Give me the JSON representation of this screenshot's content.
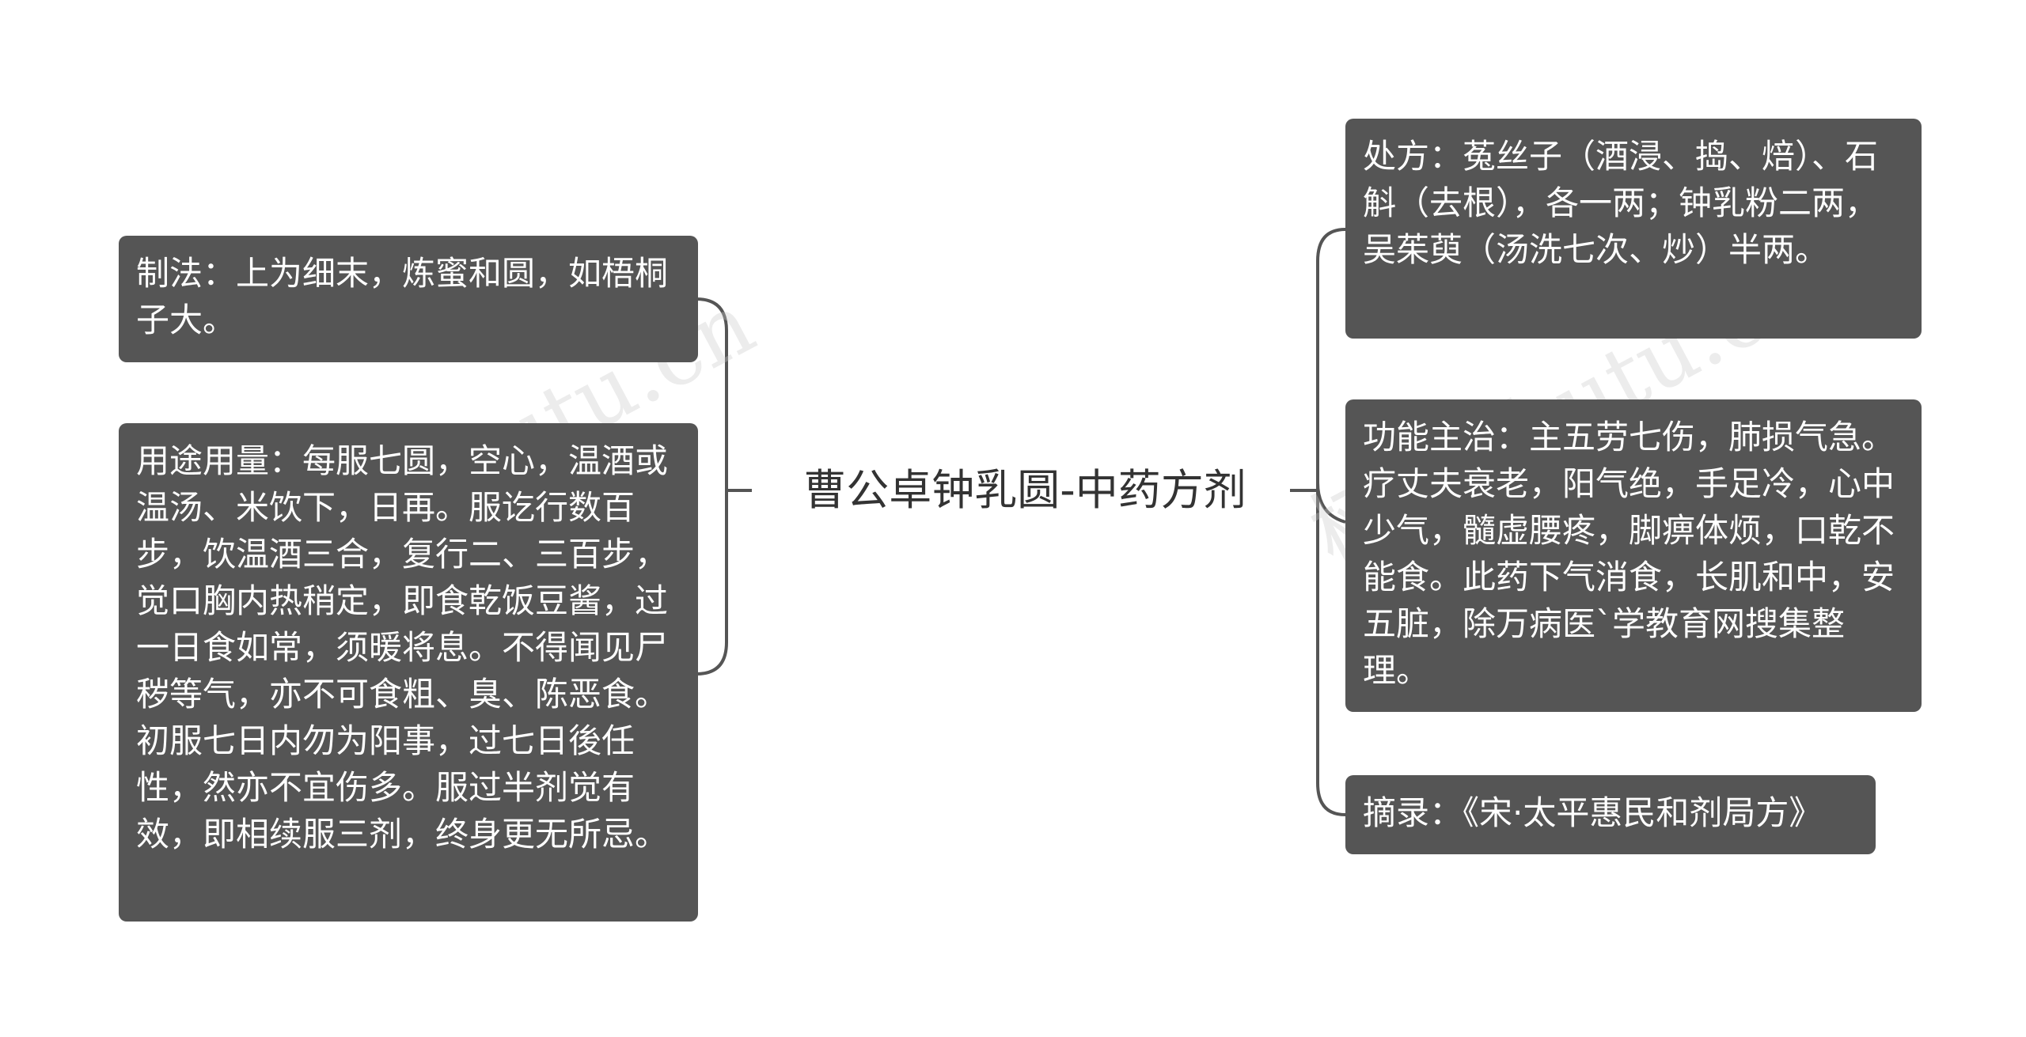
{
  "diagram": {
    "center": "曹公卓钟乳圆-中药方剂",
    "left_branches": [
      {
        "id": "zhifa",
        "text": "制法：上为细末，炼蜜和圆，如梧桐子大。"
      },
      {
        "id": "yongtu",
        "text": "用途用量：每服七圆，空心，温酒或温汤、米饮下，日再。服讫行数百步，饮温酒三合，复行二、三百步，觉口胸内热稍定，即食乾饭豆酱，过一日食如常，须暖将息。不得闻见尸秽等气，亦不可食粗、臭、陈恶食。初服七日内勿为阳事，过七日後任性，然亦不宜伤多。服过半剂觉有效，即相续服三剂，终身更无所忌。"
      }
    ],
    "right_branches": [
      {
        "id": "chufang",
        "text": "处方：菟丝子（酒浸、捣、焙）、石斛（去根），各一两；钟乳粉二两，吴茱萸（汤洗七次、炒）半两。"
      },
      {
        "id": "gongneng",
        "text": "功能主治：主五劳七伤，肺损气急。疗丈夫衰老，阳气绝，手足冷，心中少气，髓虚腰疼，脚痹体烦，口乾不能食。此药下气消食，长肌和中，安五脏，除万病医`学教育网搜集整理。"
      },
      {
        "id": "zhailu",
        "text": "摘录：《宋·太平惠民和剂局方》"
      }
    ]
  },
  "watermark": {
    "left": "shutu.cn",
    "right_prefix": "树图",
    "right": "shutu.cn"
  },
  "colors": {
    "node_bg": "#555555",
    "node_text": "#ffffff",
    "line": "#555555",
    "center_text": "#333333",
    "background": "#ffffff"
  }
}
